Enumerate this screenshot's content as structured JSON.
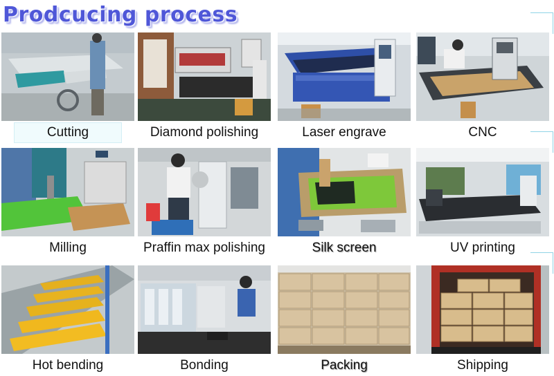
{
  "page": {
    "title": "Prodcucing process"
  },
  "steps": [
    {
      "label": "Cutting",
      "photo": "panel-saw-cutting-photo"
    },
    {
      "label": "Diamond polishing",
      "photo": "diamond-polishing-machine-photo"
    },
    {
      "label": "Laser engrave",
      "photo": "laser-engraving-machine-photo"
    },
    {
      "label": "CNC",
      "photo": "cnc-router-photo"
    },
    {
      "label": "Milling",
      "photo": "milling-machine-photo"
    },
    {
      "label": "Praffin max polishing",
      "photo": "paraffin-wax-polishing-photo"
    },
    {
      "label": "Silk screen",
      "photo": "silk-screen-printing-photo"
    },
    {
      "label": "UV printing",
      "photo": "uv-flatbed-printer-photo"
    },
    {
      "label": "Hot bending",
      "photo": "hot-bending-table-photo"
    },
    {
      "label": "Bonding",
      "photo": "acrylic-bonding-workshop-photo"
    },
    {
      "label": "Packing",
      "photo": "packed-cartons-photo"
    },
    {
      "label": "Shipping",
      "photo": "loaded-shipping-container-photo"
    }
  ],
  "colors": {
    "title": "#4f57d8",
    "decor": "#8fd3e6"
  }
}
